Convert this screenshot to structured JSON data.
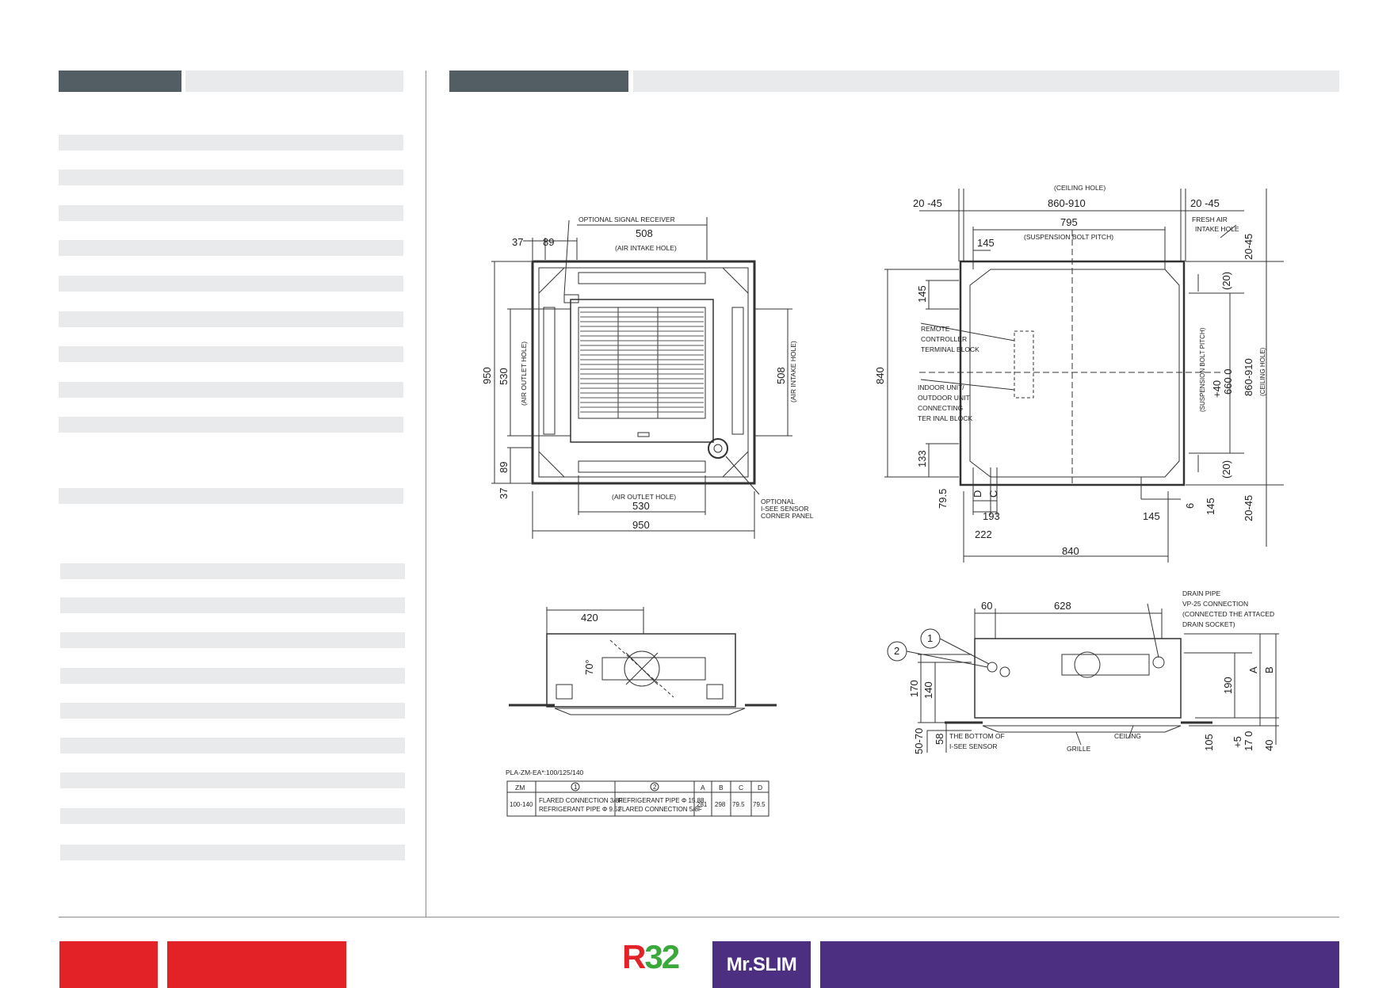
{
  "drawing_top": {
    "optional_signal_receiver": "OPTIONAL SIGNAL RECEIVER",
    "air_intake_hole": "(AIR INTAKE HOLE)",
    "air_outlet_hole": "(AIR OUTLET HOLE)",
    "optional_isee_1": "OPTIONAL",
    "optional_isee_2": "I-SEE  SENSOR",
    "optional_isee_3": "CORNER PANEL",
    "d_37a": "37",
    "d_89a": "89",
    "d_508": "508",
    "d_950w": "950",
    "d_530w": "530",
    "d_950h": "950",
    "d_530h": "530",
    "d_508h": "508",
    "d_89b": "89",
    "d_37b": "37"
  },
  "drawing_bolt": {
    "ceiling_hole": "(CEILING HOLE)",
    "d_2045a": "20 -45",
    "d_860910": "860-910",
    "d_2045b": "20 -45",
    "d_795": "795",
    "suspension_bolt_pitch": "(SUSPENSION BOLT PITCH)",
    "d_145a": "145",
    "fresh_air_1": "FRESH AIR",
    "fresh_air_2": "INTAKE HOLE",
    "remote_1": "REMOTE",
    "remote_2": "CONTROLLER",
    "remote_3": "TERMINAL BLOCK",
    "indoor_1": "INDOOR UNIT/",
    "indoor_2": "OUTDOOR UNIT",
    "indoor_3": "CONNECTING",
    "indoor_4": "TER  INAL BLOCK",
    "d_840v": "840",
    "d_145v": "145",
    "d_133": "133",
    "d_795v": "79.5",
    "d_D": "D",
    "d_C": "C",
    "d_193": "193",
    "d_222": "222",
    "d_840h": "840",
    "d_145b": "145",
    "d_6": "6",
    "d_145c": "145",
    "d_20a": "(20)",
    "d_20b": "(20)",
    "susp_pitch_v": "(SUSPENSION BOLT PITCH)",
    "d_plus40": "+40",
    "d_6600": "660  0",
    "d_860910v": "860-910",
    "ceiling_hole_v": "(CEILING HOLE)",
    "d_2045c": "20-45",
    "d_2045d": "20-45"
  },
  "drawing_side_left": {
    "d_420": "420",
    "d_70": "70°"
  },
  "drawing_side_right": {
    "drain_1": "DRAIN PIPE",
    "drain_2": "VP-25 CONNECTION",
    "drain_3": "(CONNECTED THE ATTACED",
    "drain_4": "DRAIN SOCKET)",
    "d_60": "60",
    "d_628": "628",
    "c1": "1",
    "c2": "2",
    "d_170": "170",
    "d_140": "140",
    "d_5070": "50-70",
    "d_58": "58",
    "bottom_1": "THE BOTTOM OF",
    "bottom_2": "I-SEE SENSOR",
    "grille": "GRILLE",
    "ceiling": "CEILING",
    "d_190": "190",
    "d_105": "105",
    "d_A": "A",
    "d_B": "B",
    "d_plus5": "+5",
    "d_170b": "17 0",
    "d_40": "40"
  },
  "pipe_table": {
    "caption": "PLA-ZM-EA*:100/125/140",
    "headers": [
      "ZM",
      "1",
      "2",
      "A",
      "B",
      "C",
      "D"
    ],
    "row": {
      "zm": "100-140",
      "c1_line1": "FLARED CONNECTION 3/8F",
      "c1_line2": "REFRIGERANT PIPE  Φ 9.52",
      "c2_line1": "REFRIGERANT PIPE  Φ 15.88",
      "c2_line2": "FLARED CONNECTION 5/8F",
      "a": "281",
      "b": "298",
      "c": "79.5",
      "d": "79.5"
    }
  },
  "footer": {
    "r32_r": "R",
    "r32_32": "32",
    "mr_slim": "Mr.SLIM",
    "colors": {
      "red": "#e32228",
      "purple": "#4d2f82",
      "dark_header": "#525e64",
      "bar": "#e9eaeb"
    }
  }
}
